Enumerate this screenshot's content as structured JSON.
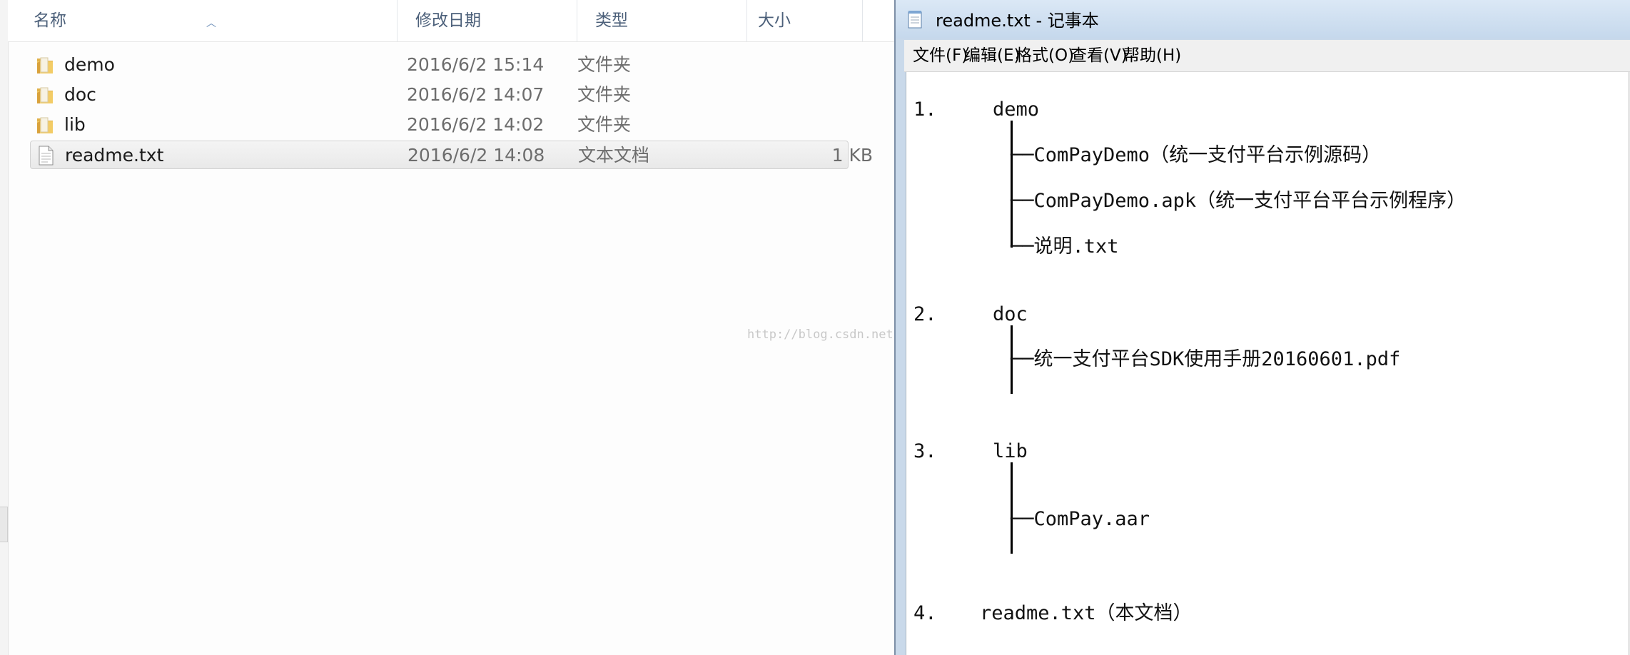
{
  "explorer": {
    "columns": {
      "name": "名称",
      "modified": "修改日期",
      "type": "类型",
      "size": "大小"
    },
    "files": [
      {
        "name": "demo",
        "modified": "2016/6/2 15:14",
        "type": "文件夹",
        "size": "",
        "icon": "folder-icon"
      },
      {
        "name": "doc",
        "modified": "2016/6/2 14:07",
        "type": "文件夹",
        "size": "",
        "icon": "folder-icon"
      },
      {
        "name": "lib",
        "modified": "2016/6/2 14:02",
        "type": "文件夹",
        "size": "",
        "icon": "folder-icon"
      },
      {
        "name": "readme.txt",
        "modified": "2016/6/2 14:08",
        "type": "文本文档",
        "size": "1 KB",
        "icon": "text-file-icon",
        "selected": true
      }
    ],
    "watermark": "http://blog.csdn.net/"
  },
  "notepad": {
    "title": "readme.txt - 记事本",
    "menu": [
      "文件(F)",
      "编辑(E)",
      "格式(O)",
      "查看(V)",
      "帮助(H)"
    ],
    "content": {
      "s1": {
        "num": "1.",
        "name": "demo"
      },
      "s1_items": [
        "──ComPayDemo（统一支付平台示例源码）",
        "──ComPayDemo.apk（统一支付平台平台示例程序）",
        "──说明.txt"
      ],
      "s2": {
        "num": "2.",
        "name": "doc"
      },
      "s2_items": [
        "──统一支付平台SDK使用手册20160601.pdf"
      ],
      "s3": {
        "num": "3.",
        "name": "lib"
      },
      "s3_items": [
        "──ComPay.aar"
      ],
      "s4": {
        "num": "4.",
        "name": "readme.txt（本文档）"
      }
    }
  },
  "colors": {
    "header_text": "#4c607a",
    "title_bar": "#c5d8ec",
    "selection": "#e9e9e9"
  }
}
